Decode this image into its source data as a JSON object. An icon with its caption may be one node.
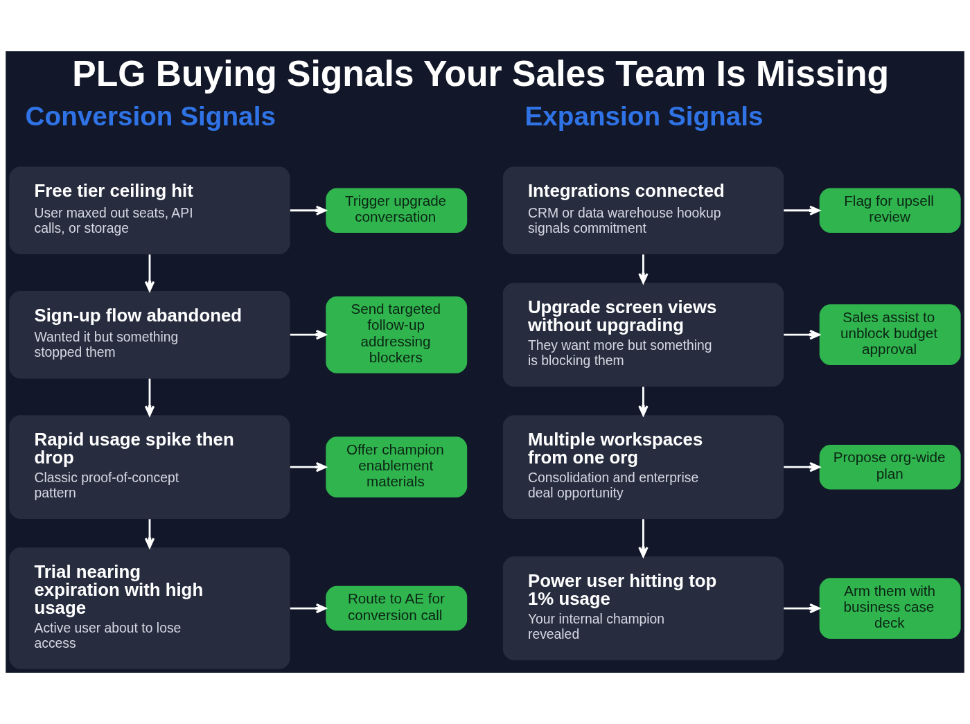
{
  "diagram": {
    "title": "PLG Buying Signals Your Sales Team Is Missing",
    "nodes": [
      {
        "text": [
          "Free tier ceiling hit",
          "User maxed out seats, API calls, or storage"
        ]
      },
      {
        "text": [
          "Trigger upgrade conversation"
        ]
      },
      {
        "text": [
          "Sign-up flow abandoned",
          "Wanted it but something stopped them"
        ]
      },
      {
        "text": [
          "Send targeted follow-up addressing blockers"
        ]
      },
      {
        "text": [
          "Rapid usage spike then drop",
          "Classic proof-of-concept pattern"
        ]
      },
      {
        "text": [
          "Offer champion enablement materials"
        ]
      },
      {
        "text": [
          "Trial nearing expiration with high usage",
          "Active user about to lose access"
        ]
      },
      {
        "text": [
          "Route to AE for conversion call"
        ]
      },
      {
        "text": [
          "Integrations connected",
          "CRM or data warehouse hookup signals commitment"
        ]
      },
      {
        "text": [
          "Flag for upsell review"
        ]
      },
      {
        "text": [
          "Upgrade screen views without upgrading",
          "They want more but something is blocking them"
        ]
      },
      {
        "text": [
          "Sales assist to unblock budget approval"
        ]
      },
      {
        "text": [
          "Multiple workspaces from one org",
          "Consolidation and enterprise deal opportunity"
        ]
      },
      {
        "text": [
          "Propose org-wide plan"
        ]
      },
      {
        "text": [
          "Power user hitting top 1% usage",
          "Your internal champion revealed"
        ]
      },
      {
        "text": [
          "Arm them with business case deck"
        ]
      }
    ],
    "edges": [
      {
        "from": 0,
        "to": 1,
        "arrow": "to"
      },
      {
        "from": 0,
        "to": 2,
        "arrow": "to"
      },
      {
        "from": 2,
        "to": 3,
        "arrow": "to"
      },
      {
        "from": 2,
        "to": 4,
        "arrow": "to"
      },
      {
        "from": 4,
        "to": 5,
        "arrow": "to"
      },
      {
        "from": 4,
        "to": 6,
        "arrow": "to"
      },
      {
        "from": 6,
        "to": 7,
        "arrow": "to"
      },
      {
        "from": 8,
        "to": 9,
        "arrow": "to"
      },
      {
        "from": 8,
        "to": 10,
        "arrow": "to"
      },
      {
        "from": 10,
        "to": 11,
        "arrow": "to"
      },
      {
        "from": 10,
        "to": 12,
        "arrow": "to"
      },
      {
        "from": 12,
        "to": 13,
        "arrow": "to"
      },
      {
        "from": 12,
        "to": 14,
        "arrow": "to"
      },
      {
        "from": 14,
        "to": 15,
        "arrow": "to"
      }
    ],
    "labels": [
      "Conversion Signals",
      "Expansion Signals"
    ]
  }
}
